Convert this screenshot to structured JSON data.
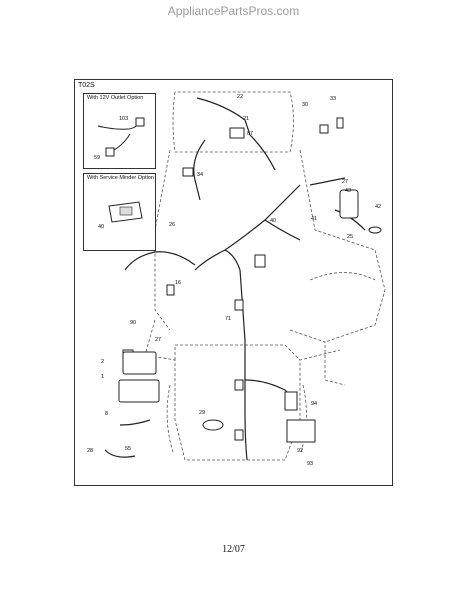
{
  "header": {
    "site": "AppliancePartsPros.com"
  },
  "diagram": {
    "code": "T02S",
    "inset_outlet": {
      "title": "With 12V Outlet Option",
      "labels": [
        "103",
        "59"
      ]
    },
    "inset_minder": {
      "title": "With Service Minder Option",
      "labels": [
        "40"
      ]
    },
    "callouts": [
      "22",
      "30",
      "33",
      "21",
      "87",
      "27",
      "34",
      "43",
      "42",
      "41",
      "25",
      "26",
      "40",
      "16",
      "71",
      "90",
      "27",
      "2",
      "1",
      "8",
      "29",
      "94",
      "28",
      "55",
      "92",
      "93"
    ]
  },
  "footer": {
    "date": "12/07"
  }
}
